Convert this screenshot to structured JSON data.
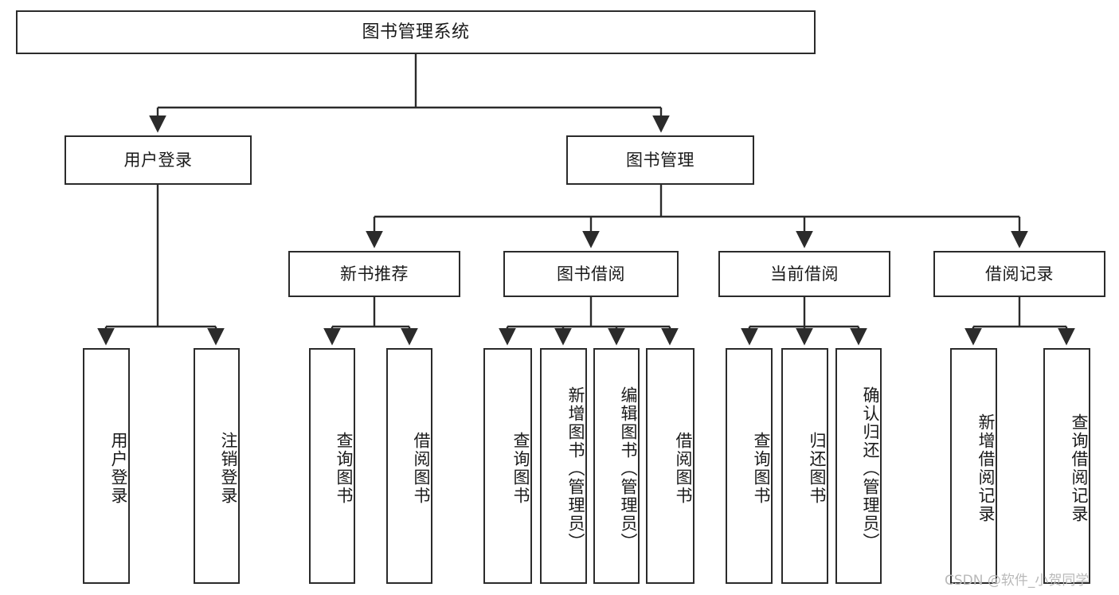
{
  "diagram": {
    "type": "tree-hierarchy-chart",
    "title": "图书管理系统",
    "root": {
      "label": "图书管理系统"
    },
    "level2": [
      {
        "id": "user-login",
        "label": "用户登录"
      },
      {
        "id": "book-management",
        "label": "图书管理"
      }
    ],
    "level3": [
      {
        "id": "new-book-recommend",
        "label": "新书推荐",
        "parent": "book-management"
      },
      {
        "id": "book-borrow",
        "label": "图书借阅",
        "parent": "book-management"
      },
      {
        "id": "current-borrow",
        "label": "当前借阅",
        "parent": "book-management"
      },
      {
        "id": "borrow-record",
        "label": "借阅记录",
        "parent": "book-management"
      }
    ],
    "leaves": [
      {
        "id": "leaf-user-login",
        "label": "用户登录",
        "parent": "user-login"
      },
      {
        "id": "leaf-logout-login",
        "label": "注销登录",
        "parent": "user-login"
      },
      {
        "id": "leaf-query-book-1",
        "label": "查询图书",
        "parent": "new-book-recommend"
      },
      {
        "id": "leaf-borrow-book-1",
        "label": "借阅图书",
        "parent": "new-book-recommend"
      },
      {
        "id": "leaf-query-book-2",
        "label": "查询图书",
        "parent": "book-borrow"
      },
      {
        "id": "leaf-add-book",
        "label": "新增图书（管理员）",
        "parent": "book-borrow"
      },
      {
        "id": "leaf-edit-book",
        "label": "编辑图书（管理员）",
        "parent": "book-borrow"
      },
      {
        "id": "leaf-borrow-book-2",
        "label": "借阅图书",
        "parent": "book-borrow"
      },
      {
        "id": "leaf-query-book-3",
        "label": "查询图书",
        "parent": "current-borrow"
      },
      {
        "id": "leaf-return-book",
        "label": "归还图书",
        "parent": "current-borrow"
      },
      {
        "id": "leaf-confirm-return",
        "label": "确认归还（管理员）",
        "parent": "current-borrow"
      },
      {
        "id": "leaf-add-record",
        "label": "新增借阅记录",
        "parent": "borrow-record"
      },
      {
        "id": "leaf-query-record",
        "label": "查询借阅记录",
        "parent": "borrow-record"
      }
    ],
    "watermark": "CSDN @软件_小贺同学",
    "colors": {
      "stroke": "#2b2b2b",
      "fill": "#ffffff",
      "text": "#1a1a1a",
      "watermark": "#b9b9b9",
      "background": "#ffffff"
    }
  }
}
